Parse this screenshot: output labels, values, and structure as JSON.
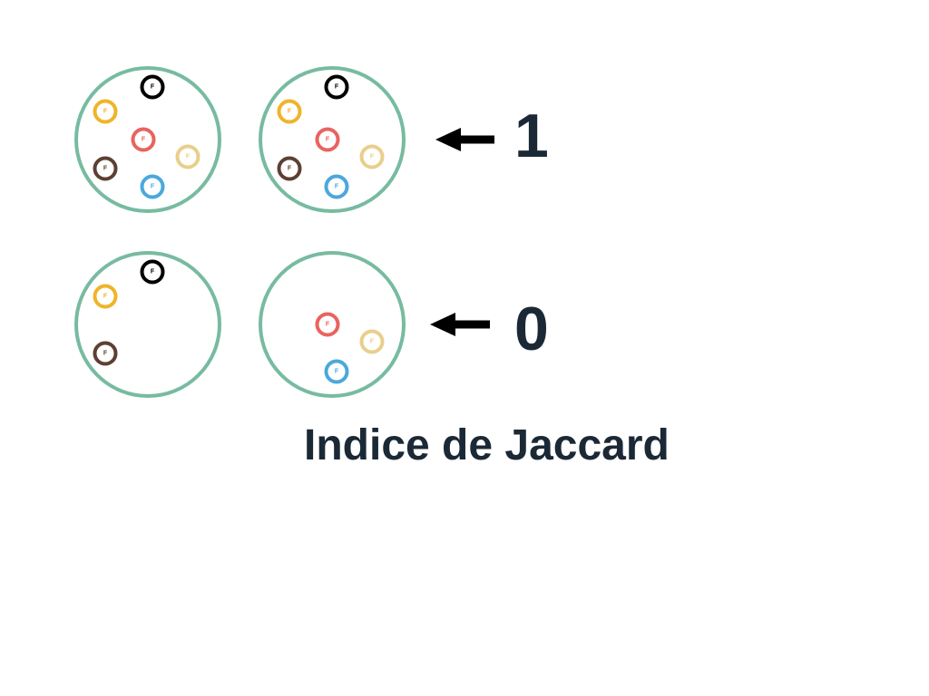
{
  "colors": {
    "set_outline": "#77bba0",
    "text": "#1b2936",
    "arrow": "#000000",
    "black": "#000000",
    "yellow": "#f0b429",
    "red": "#e8645f",
    "tan": "#e8cf8c",
    "brown": "#5c4033",
    "blue": "#4aa8dc"
  },
  "item_letter": "F",
  "rows": [
    {
      "score": "1",
      "sets": [
        {
          "items": [
            "black",
            "yellow",
            "red",
            "tan",
            "brown",
            "blue"
          ]
        },
        {
          "items": [
            "black",
            "yellow",
            "red",
            "tan",
            "brown",
            "blue"
          ]
        }
      ]
    },
    {
      "score": "0",
      "sets": [
        {
          "items": [
            "black",
            "yellow",
            "brown"
          ]
        },
        {
          "items": [
            "red",
            "tan",
            "blue"
          ]
        }
      ]
    }
  ],
  "caption": "Indice de Jaccard"
}
